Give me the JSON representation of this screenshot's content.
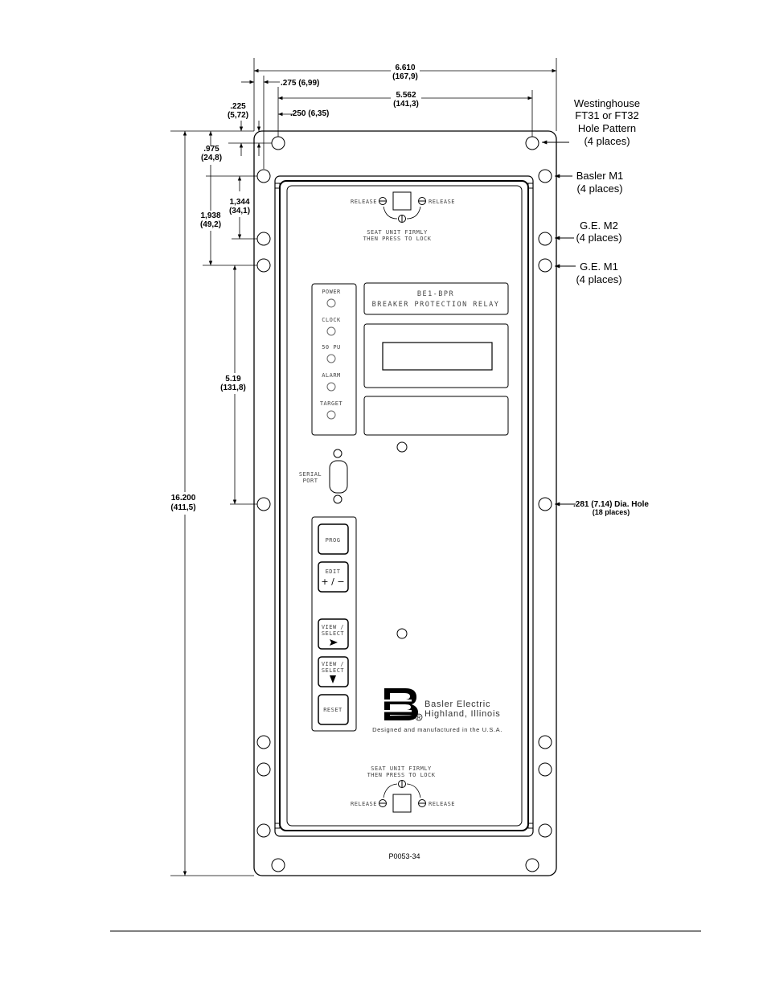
{
  "dimensions": {
    "overall_width": "6.610",
    "overall_width_mm": "(167,9)",
    "hole_span": "5.562",
    "hole_span_mm": "(141,3)",
    "offset_275": ".275 (6,99)",
    "offset_250": ".250 (6,35)",
    "offset_225": ".225",
    "offset_225_mm": "(5,72)",
    "v_975": ".975",
    "v_975_mm": "(24,8)",
    "v_1344": "1,344",
    "v_1344_mm": "(34,1)",
    "v_1938": "1,938",
    "v_1938_mm": "(49,2)",
    "v_519": "5.19",
    "v_519_mm": "(131,8)",
    "overall_height": "16.200",
    "overall_height_mm": "(411,5)"
  },
  "callouts": {
    "westinghouse": [
      "Westinghouse",
      "FT31 or FT32",
      "Hole Pattern",
      "(4 places)"
    ],
    "basler_m1": [
      "Basler M1",
      "(4 places)"
    ],
    "ge_m2": [
      "G.E. M2",
      "(4 places)"
    ],
    "ge_m1": [
      "G.E. M1",
      "(4 places)"
    ],
    "hole_note": ".281 (7.14) Dia. Hole",
    "hole_note_count": "(18 places)"
  },
  "panel": {
    "release": "RELEASE",
    "seat_line1": "SEAT UNIT FIRMLY",
    "seat_line2": "THEN PRESS TO LOCK",
    "model": "BE1-BPR",
    "model_desc": "BREAKER PROTECTION RELAY",
    "leds": [
      "POWER",
      "CLOCK",
      "50 PU",
      "ALARM",
      "TARGET"
    ],
    "serial_line1": "SERIAL",
    "serial_line2": "PORT",
    "btn_prog": "PROG",
    "btn_edit": "EDIT",
    "btn_edit_sym": "+ / −",
    "btn_view1": "VIEW /",
    "btn_select1": "SELECT",
    "btn_view2": "VIEW /",
    "btn_select2": "SELECT",
    "btn_reset": "RESET",
    "brand1": "Basler Electric",
    "brand2": "Highland, Illinois",
    "made_in": "Designed and manufactured in the U.S.A.",
    "registered": "R"
  },
  "figure_id": "P0053-34"
}
